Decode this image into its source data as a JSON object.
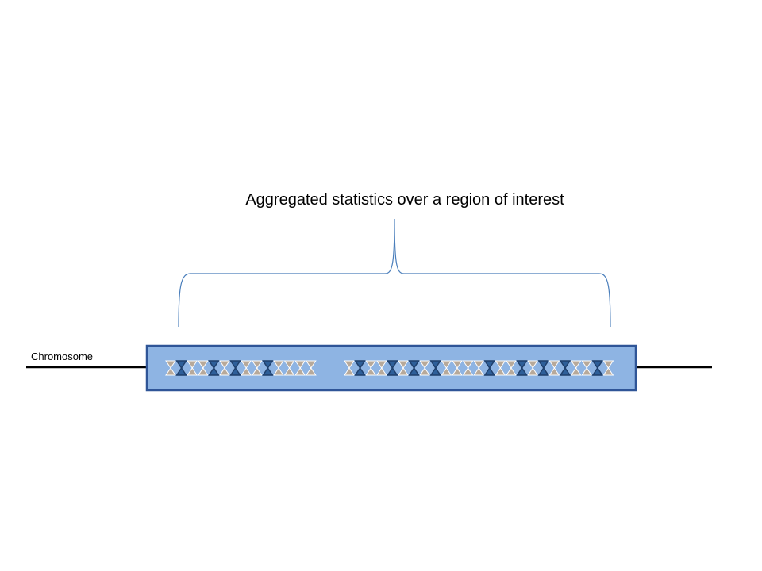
{
  "title": "Aggregated statistics over a region of interest",
  "chromosome_label": "Chromosome",
  "colors": {
    "line": "#000000",
    "region_fill": "#8eb4e3",
    "region_border": "#2f5597",
    "brace": "#4a7ebb",
    "marker_highlight": "#2e5f99",
    "marker_highlight_edge": "#1f3f6b",
    "marker_plain": "#b7a99a",
    "marker_plain_edge": "#ffffff"
  },
  "markers": {
    "group_left": [
      0,
      1,
      0,
      0,
      1,
      0,
      1,
      0,
      0,
      1,
      0,
      0,
      0,
      0
    ],
    "group_right": [
      0,
      1,
      0,
      0,
      1,
      0,
      1,
      0,
      1,
      0,
      0,
      0,
      0,
      1,
      0,
      0,
      1,
      0,
      1,
      0,
      1,
      0,
      0,
      1,
      0
    ]
  }
}
